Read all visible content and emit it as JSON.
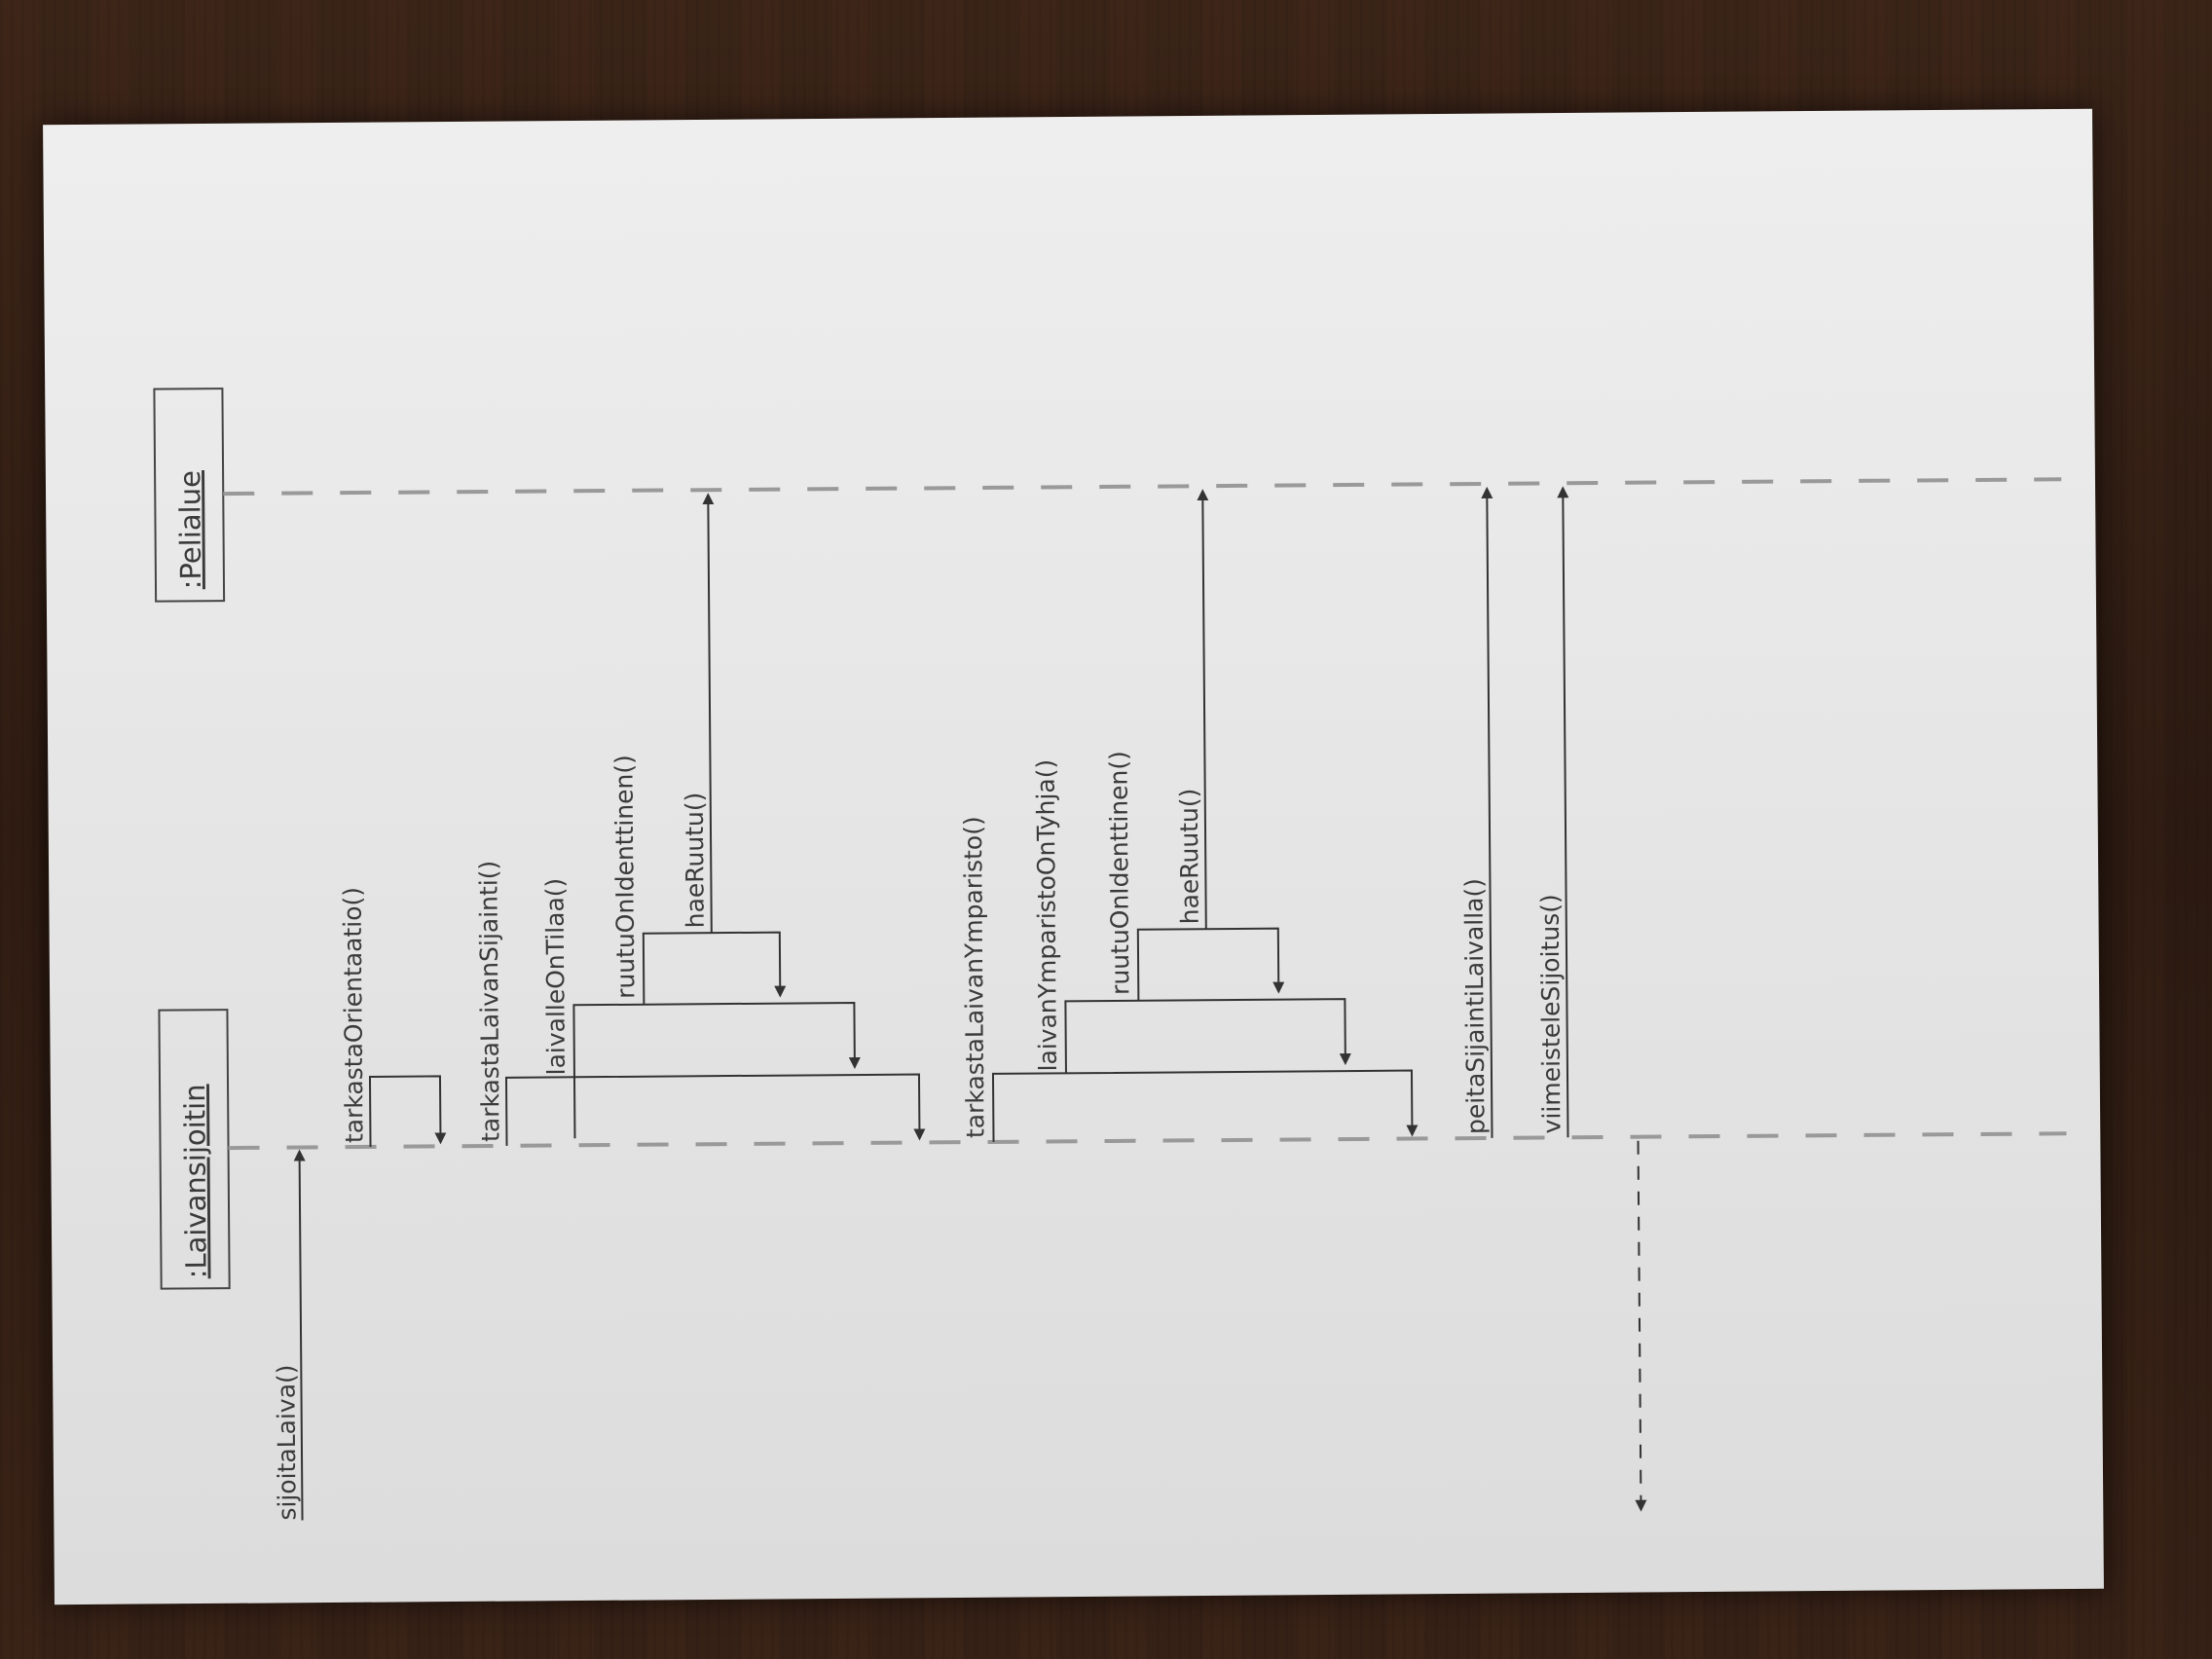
{
  "objects": {
    "laivansijoitin": ":Laivansijoitin",
    "pelialue": ":Pelialue"
  },
  "messages": {
    "sijoitaLaiva": "sijoitaLaiva()",
    "tarkastaOrientaatio": "tarkastaOrientaatio()",
    "tarkastaLaivanSijainti": "tarkastaLaivanSijainti()",
    "laivalleOnTilaa": "laivalleOnTilaa()",
    "ruutuOnIdenttinen1": "ruutuOnIdenttinen()",
    "haeRuutu1": "haeRuutu()",
    "tarkastaLaivanYmparisto": "tarkastaLaivanYmparisto()",
    "laivanYmparistoOnTyhja": "laivanYmparistoOnTyhja()",
    "ruutuOnIdenttinen2": "ruutuOnIdenttinen()",
    "haeRuutu2": "haeRuutu()",
    "peitaSijaintiLaivalla": "peitaSijaintiLaivalla()",
    "viimeisteleSijoitus": "viimeisteleSijoitus()"
  }
}
